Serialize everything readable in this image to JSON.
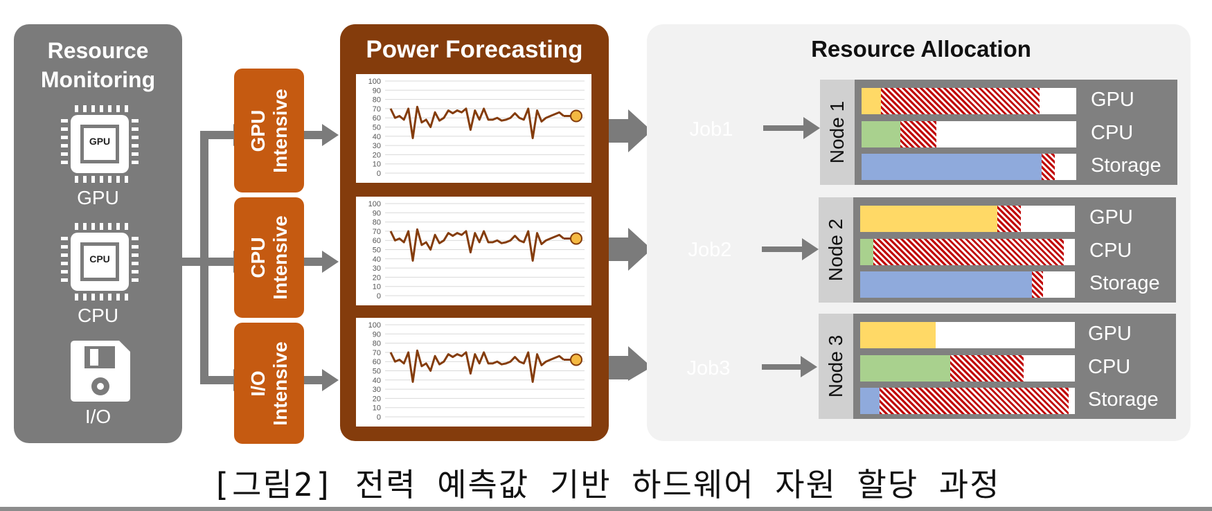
{
  "monitoring": {
    "title_line1": "Resource",
    "title_line2": "Monitoring",
    "devices": [
      {
        "chip": "GPU",
        "label": "GPU"
      },
      {
        "chip": "CPU",
        "label": "CPU"
      },
      {
        "label": "I/O"
      }
    ]
  },
  "workload_types": [
    {
      "line1": "GPU",
      "line2": "Intensive"
    },
    {
      "line1": "CPU",
      "line2": "Intensive"
    },
    {
      "line1": "I/O",
      "line2": "Intensive"
    }
  ],
  "forecasting": {
    "title": "Power Forecasting",
    "line_color": "#843c0c",
    "forecast_point_color": "#f4b942"
  },
  "chart_data": [
    {
      "type": "line",
      "yticks": [
        "100",
        "90",
        "80",
        "70",
        "60",
        "50",
        "40",
        "30",
        "20",
        "10",
        "0"
      ],
      "ylim": [
        0,
        100
      ],
      "values": [
        70,
        60,
        62,
        58,
        70,
        38,
        72,
        55,
        58,
        50,
        66,
        57,
        60,
        68,
        65,
        68,
        66,
        70,
        47,
        68,
        58,
        70,
        58,
        58,
        60,
        57,
        58,
        60,
        65,
        60,
        58,
        70,
        38,
        68,
        56,
        60,
        62,
        64,
        66,
        62
      ],
      "forecast": 62
    },
    {
      "type": "line",
      "yticks": [
        "100",
        "90",
        "80",
        "70",
        "60",
        "50",
        "40",
        "30",
        "20",
        "10",
        "0"
      ],
      "ylim": [
        0,
        100
      ],
      "values": [
        70,
        60,
        62,
        58,
        70,
        38,
        72,
        55,
        58,
        50,
        66,
        57,
        60,
        68,
        65,
        68,
        66,
        70,
        47,
        68,
        58,
        70,
        58,
        58,
        60,
        57,
        58,
        60,
        65,
        60,
        58,
        70,
        38,
        68,
        56,
        60,
        62,
        64,
        66,
        62
      ],
      "forecast": 62
    },
    {
      "type": "line",
      "yticks": [
        "100",
        "90",
        "80",
        "70",
        "60",
        "50",
        "40",
        "30",
        "20",
        "10",
        "0"
      ],
      "ylim": [
        0,
        100
      ],
      "values": [
        70,
        60,
        62,
        58,
        70,
        38,
        72,
        55,
        58,
        50,
        66,
        57,
        60,
        68,
        65,
        68,
        66,
        70,
        47,
        68,
        58,
        70,
        58,
        58,
        60,
        57,
        58,
        60,
        65,
        60,
        58,
        70,
        38,
        68,
        56,
        60,
        62,
        64,
        66,
        62
      ],
      "forecast": 62
    }
  ],
  "allocation": {
    "title": "Resource Allocation",
    "jobs": [
      {
        "label": "Job1",
        "color": "#0070c0"
      },
      {
        "label": "Job2",
        "color": "#3c3fa0"
      },
      {
        "label": "Job3",
        "color": "#7030a0"
      }
    ],
    "nodes": [
      {
        "label": "Node 1",
        "resources": [
          {
            "name": "GPU",
            "used": 0.09,
            "allocated": 0.83,
            "color": "#ffd966"
          },
          {
            "name": "CPU",
            "used": 0.18,
            "allocated": 0.35,
            "color": "#a9d18e"
          },
          {
            "name": "Storage",
            "used": 0.84,
            "allocated": 0.9,
            "color": "#8faadc"
          }
        ]
      },
      {
        "label": "Node 2",
        "resources": [
          {
            "name": "GPU",
            "used": 0.64,
            "allocated": 0.75,
            "color": "#ffd966"
          },
          {
            "name": "CPU",
            "used": 0.06,
            "allocated": 0.95,
            "color": "#a9d18e"
          },
          {
            "name": "Storage",
            "used": 0.8,
            "allocated": 0.85,
            "color": "#8faadc"
          }
        ]
      },
      {
        "label": "Node 3",
        "resources": [
          {
            "name": "GPU",
            "used": 0.35,
            "allocated": 0.35,
            "color": "#ffd966"
          },
          {
            "name": "CPU",
            "used": 0.42,
            "allocated": 0.76,
            "color": "#a9d18e"
          },
          {
            "name": "Storage",
            "used": 0.09,
            "allocated": 0.97,
            "color": "#8faadc"
          }
        ]
      }
    ]
  },
  "caption": "[그림2] 전력 예측값 기반 하드웨어 자원 할당 과정"
}
